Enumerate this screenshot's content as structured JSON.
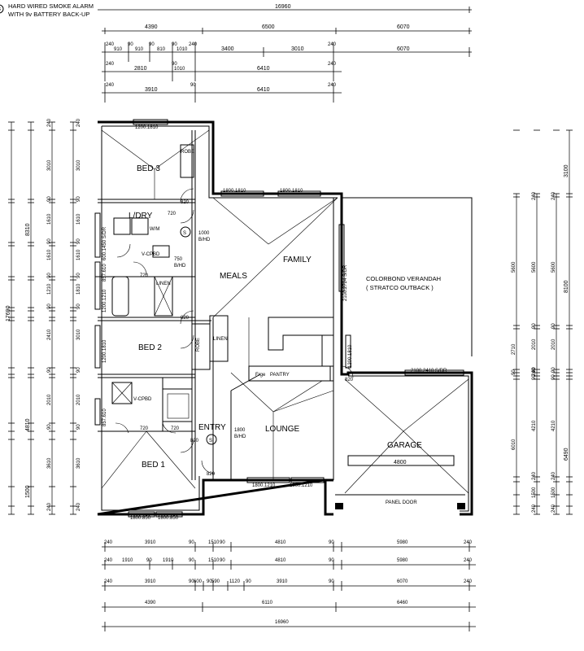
{
  "legend": {
    "marker": "S",
    "line1": "HARD WIRED SMOKE ALARM",
    "line2": "WITH 9v BATTERY BACK-UP"
  },
  "rooms": {
    "bed3": "BED 3",
    "laundry": "L/DRY",
    "meals": "MEALS",
    "family": "FAMILY",
    "bed2": "BED 2",
    "entry": "ENTRY",
    "lounge": "LOUNGE",
    "bed1": "BED 1",
    "garage": "GARAGE",
    "verandah_line1": "COLORBOND VERANDAH",
    "verandah_line2": "( STRATCO OUTBACK )"
  },
  "fixtures": {
    "robe": "ROBE",
    "robe2": "ROBE",
    "linen1": "LINEN",
    "linen2": "LINEN",
    "wm": "W/M",
    "vcpbd1": "V-CPBD",
    "vcpbd2": "V-CPBD",
    "fridge": "Frge",
    "pantry": "PANTRY",
    "panel_door": "PANEL DOOR",
    "smoke_marker": "S"
  },
  "openings": {
    "bed3_window": "1200.1810",
    "meals_window": "1800.1810",
    "family_window": "1800.1810",
    "laundry_window": "600.1450 S/DR",
    "bath_window1": "857.610",
    "bath_window2": "1200.1210",
    "bed2_window": "1200.1810",
    "ens_window": "857.610",
    "family_sdr": "2100.2724 S/DR",
    "kitchen_window": "1200.1810",
    "garage_sdr": "2100.2410 S/DR",
    "lounge_win1": "1800.1210",
    "lounge_win2": "1800.1210",
    "bed1_win1": "1800.850",
    "bed1_win2": "1800.850",
    "garage_width": "4800",
    "door_820_a": "820",
    "door_720_a": "720",
    "door_720_b": "720",
    "door_820_b": "820",
    "door_720_c": "720",
    "door_720_d": "720",
    "door_820_c": "820",
    "door_820_d": "820",
    "door_820_e": "820",
    "shd_1000": "1000",
    "shd_1000b": "B/HD",
    "shd_750": "750",
    "shd_750b": "B/HD",
    "shd_1800": "1800",
    "shd_1800b": "B/HD"
  },
  "dims_top": {
    "row1": [
      "16960"
    ],
    "row2": [
      "4390",
      "6500",
      "6070"
    ],
    "row3": [
      "240",
      "90",
      "90",
      "90",
      "240",
      "240"
    ],
    "row3b": [
      "910",
      "910",
      "810",
      "1010",
      "3400",
      "3010",
      "6070"
    ],
    "row4": [
      "240",
      "90",
      "240"
    ],
    "row4b": [
      "2810",
      "1010",
      "6410"
    ],
    "row5": [
      "240",
      "90",
      "240"
    ],
    "row5b": [
      "3910",
      "6410"
    ]
  },
  "dims_bottom": {
    "row1": [
      "240",
      "3910",
      "90",
      "1510",
      "90",
      "4810",
      "90",
      "5980",
      "240"
    ],
    "row2": [
      "240",
      "1910",
      "90",
      "1910",
      "90",
      "1510",
      "90",
      "4810",
      "90",
      "5980",
      "240"
    ],
    "row3": [
      "240",
      "3910",
      "90",
      "90",
      "600",
      "590",
      "1120",
      "90",
      "3910",
      "90",
      "6070",
      "240"
    ],
    "row4": [
      "4390",
      "6110",
      "6460"
    ],
    "row5": [
      "16960"
    ]
  },
  "dims_left": {
    "outer": "17690",
    "col2": [
      "8310",
      "4810",
      "1500"
    ],
    "col3": [
      "240",
      "3010",
      "90",
      "1610",
      "90",
      "1610",
      "90",
      "1210",
      "90",
      "2410",
      "90",
      "2010",
      "90",
      "3610",
      "240"
    ],
    "col4": [
      "240",
      "3010",
      "90",
      "1610",
      "90",
      "1610",
      "90",
      "1810",
      "90",
      "3010",
      "90",
      "2010",
      "90",
      "3610",
      "240"
    ]
  },
  "dims_right": {
    "col1": [
      "3100",
      "8100",
      "6490"
    ],
    "col2": [
      "5600",
      "2710",
      "90",
      "6010"
    ],
    "col3": [
      "240",
      "5600",
      "90",
      "2010",
      "90",
      "240",
      "90",
      "4210",
      "240",
      "1500",
      "240"
    ],
    "col4": [
      "240",
      "5600",
      "90",
      "2010",
      "90",
      "90",
      "4210",
      "240",
      "1500",
      "240"
    ]
  }
}
